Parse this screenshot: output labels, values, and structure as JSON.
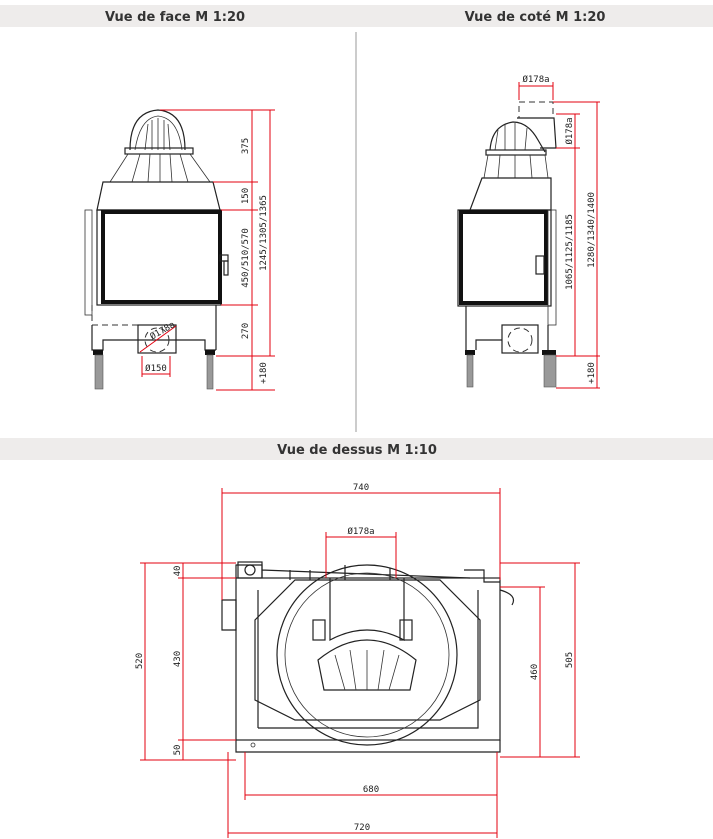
{
  "headers": {
    "front": "Vue de face M 1:20",
    "side": "Vue de coté M 1:20",
    "top": "Vue de dessus M 1:10"
  },
  "front_dims": {
    "d375": "375",
    "d150": "150",
    "d_glass": "450/510/570",
    "d270": "270",
    "total": "1245/1305/1365",
    "legs": "+180",
    "air_inlet": "Ø178a",
    "flue": "Ø150"
  },
  "side_dims": {
    "flue_top": "Ø178a",
    "flue_side": "Ø178a",
    "outlet_height": "1065/1125/1185",
    "total": "1280/1340/1400",
    "legs": "+180"
  },
  "top_dims": {
    "width_total": "740",
    "flue": "Ø178a",
    "d40": "40",
    "d430": "430",
    "d520": "520",
    "d50": "50",
    "d460": "460",
    "d505": "505",
    "d680": "680",
    "d720": "720"
  },
  "colors": {
    "dimension": "#e3000f",
    "header_bg": "#eeeceb"
  }
}
